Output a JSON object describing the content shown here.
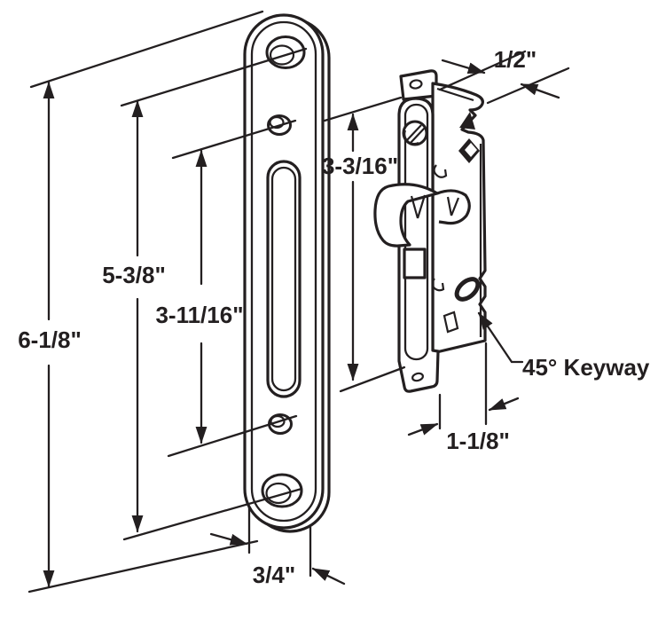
{
  "diagram": {
    "description": "Sliding door mortise lock and strike plate dimension diagram",
    "colors": {
      "background": "#ffffff",
      "line": "#231f20"
    },
    "labels": {
      "plate_height": "6-1/8\"",
      "screw_hole_spacing": "5-3/8\"",
      "small_hole_spacing": "3-11/16\"",
      "faceplate_length": "3-3/16\"",
      "lock_depth": "1/2\"",
      "lock_width": "1-1/8\"",
      "plate_width": "3/4\"",
      "keyway": "45° Keyway"
    }
  }
}
